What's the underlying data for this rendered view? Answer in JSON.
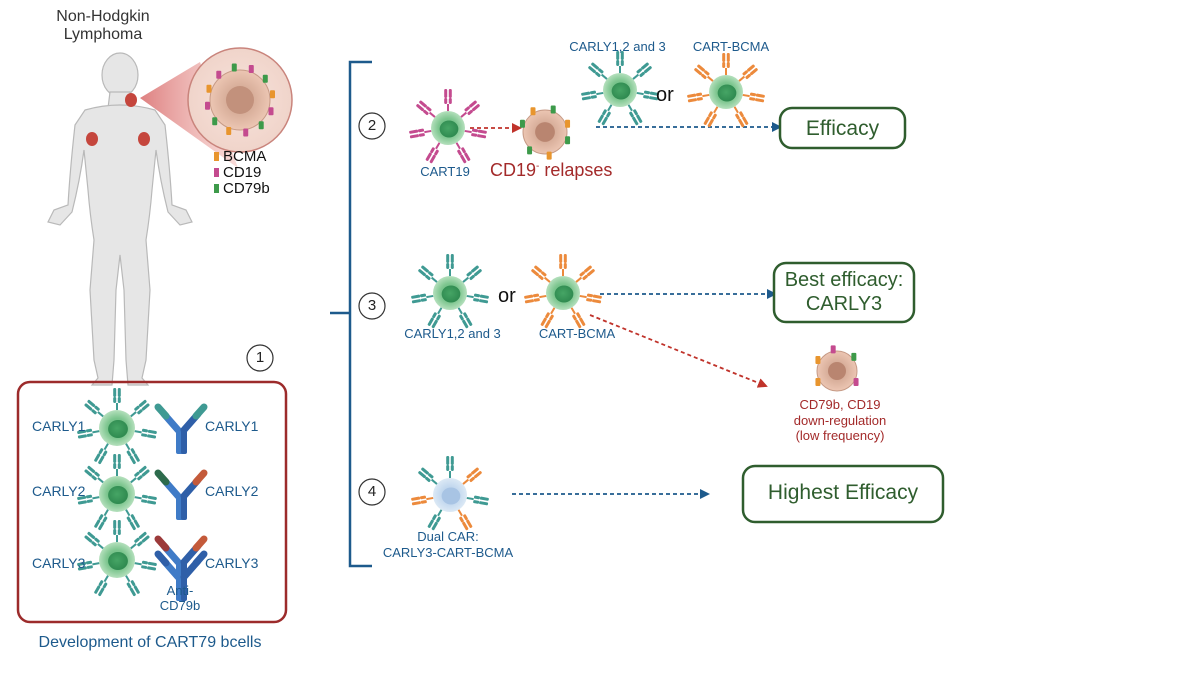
{
  "disease": {
    "title_line1": "Non-Hodgkin",
    "title_line2": "Lymphoma"
  },
  "legend": [
    {
      "label": "BCMA",
      "color": "#e8952e"
    },
    {
      "label": "CD19",
      "color": "#c44b8f"
    },
    {
      "label": "CD79b",
      "color": "#3d9a4a"
    }
  ],
  "step1": {
    "number": "1",
    "rows": [
      {
        "cell_label": "CARLY1",
        "ab_label": "CARLY1"
      },
      {
        "cell_label": "CARLY2",
        "ab_label": "CARLY2"
      },
      {
        "cell_label": "CARLY3",
        "ab_label": "CARLY3"
      }
    ],
    "anti_line1": "Anti-",
    "anti_line2": "CD79b",
    "caption": "Development of CART79 bcells"
  },
  "step2": {
    "number": "2",
    "cart19": "CART19",
    "relapse_prefix": "CD19",
    "relapse_sup": "-",
    "relapse_suffix": " relapses",
    "carly_label": "CARLY1,2 and 3",
    "or": "or",
    "bcma_label": "CART-BCMA",
    "outcome": "Efficacy"
  },
  "step3": {
    "number": "3",
    "carly_label": "CARLY1,2 and 3",
    "or": "or",
    "bcma_label": "CART-BCMA",
    "outcome_line1": "Best efficacy:",
    "outcome_line2": "CARLY3",
    "downreg_line1": "CD79b, CD19",
    "downreg_line2": "down-regulation",
    "downreg_line3": "(low frequency)"
  },
  "step4": {
    "number": "4",
    "dual_line1": "Dual CAR:",
    "dual_line2": "CARLY3-CART-BCMA",
    "outcome": "Highest Efficacy"
  },
  "colors": {
    "blue_text": "#1d5a8c",
    "red_text": "#a32a2a",
    "green_box": "#2f5d2e",
    "red_box": "#9c2b2b",
    "bracket": "#1d5a8c",
    "cell_green": "#8fcf9a",
    "tumor": "#e2b8a3"
  }
}
